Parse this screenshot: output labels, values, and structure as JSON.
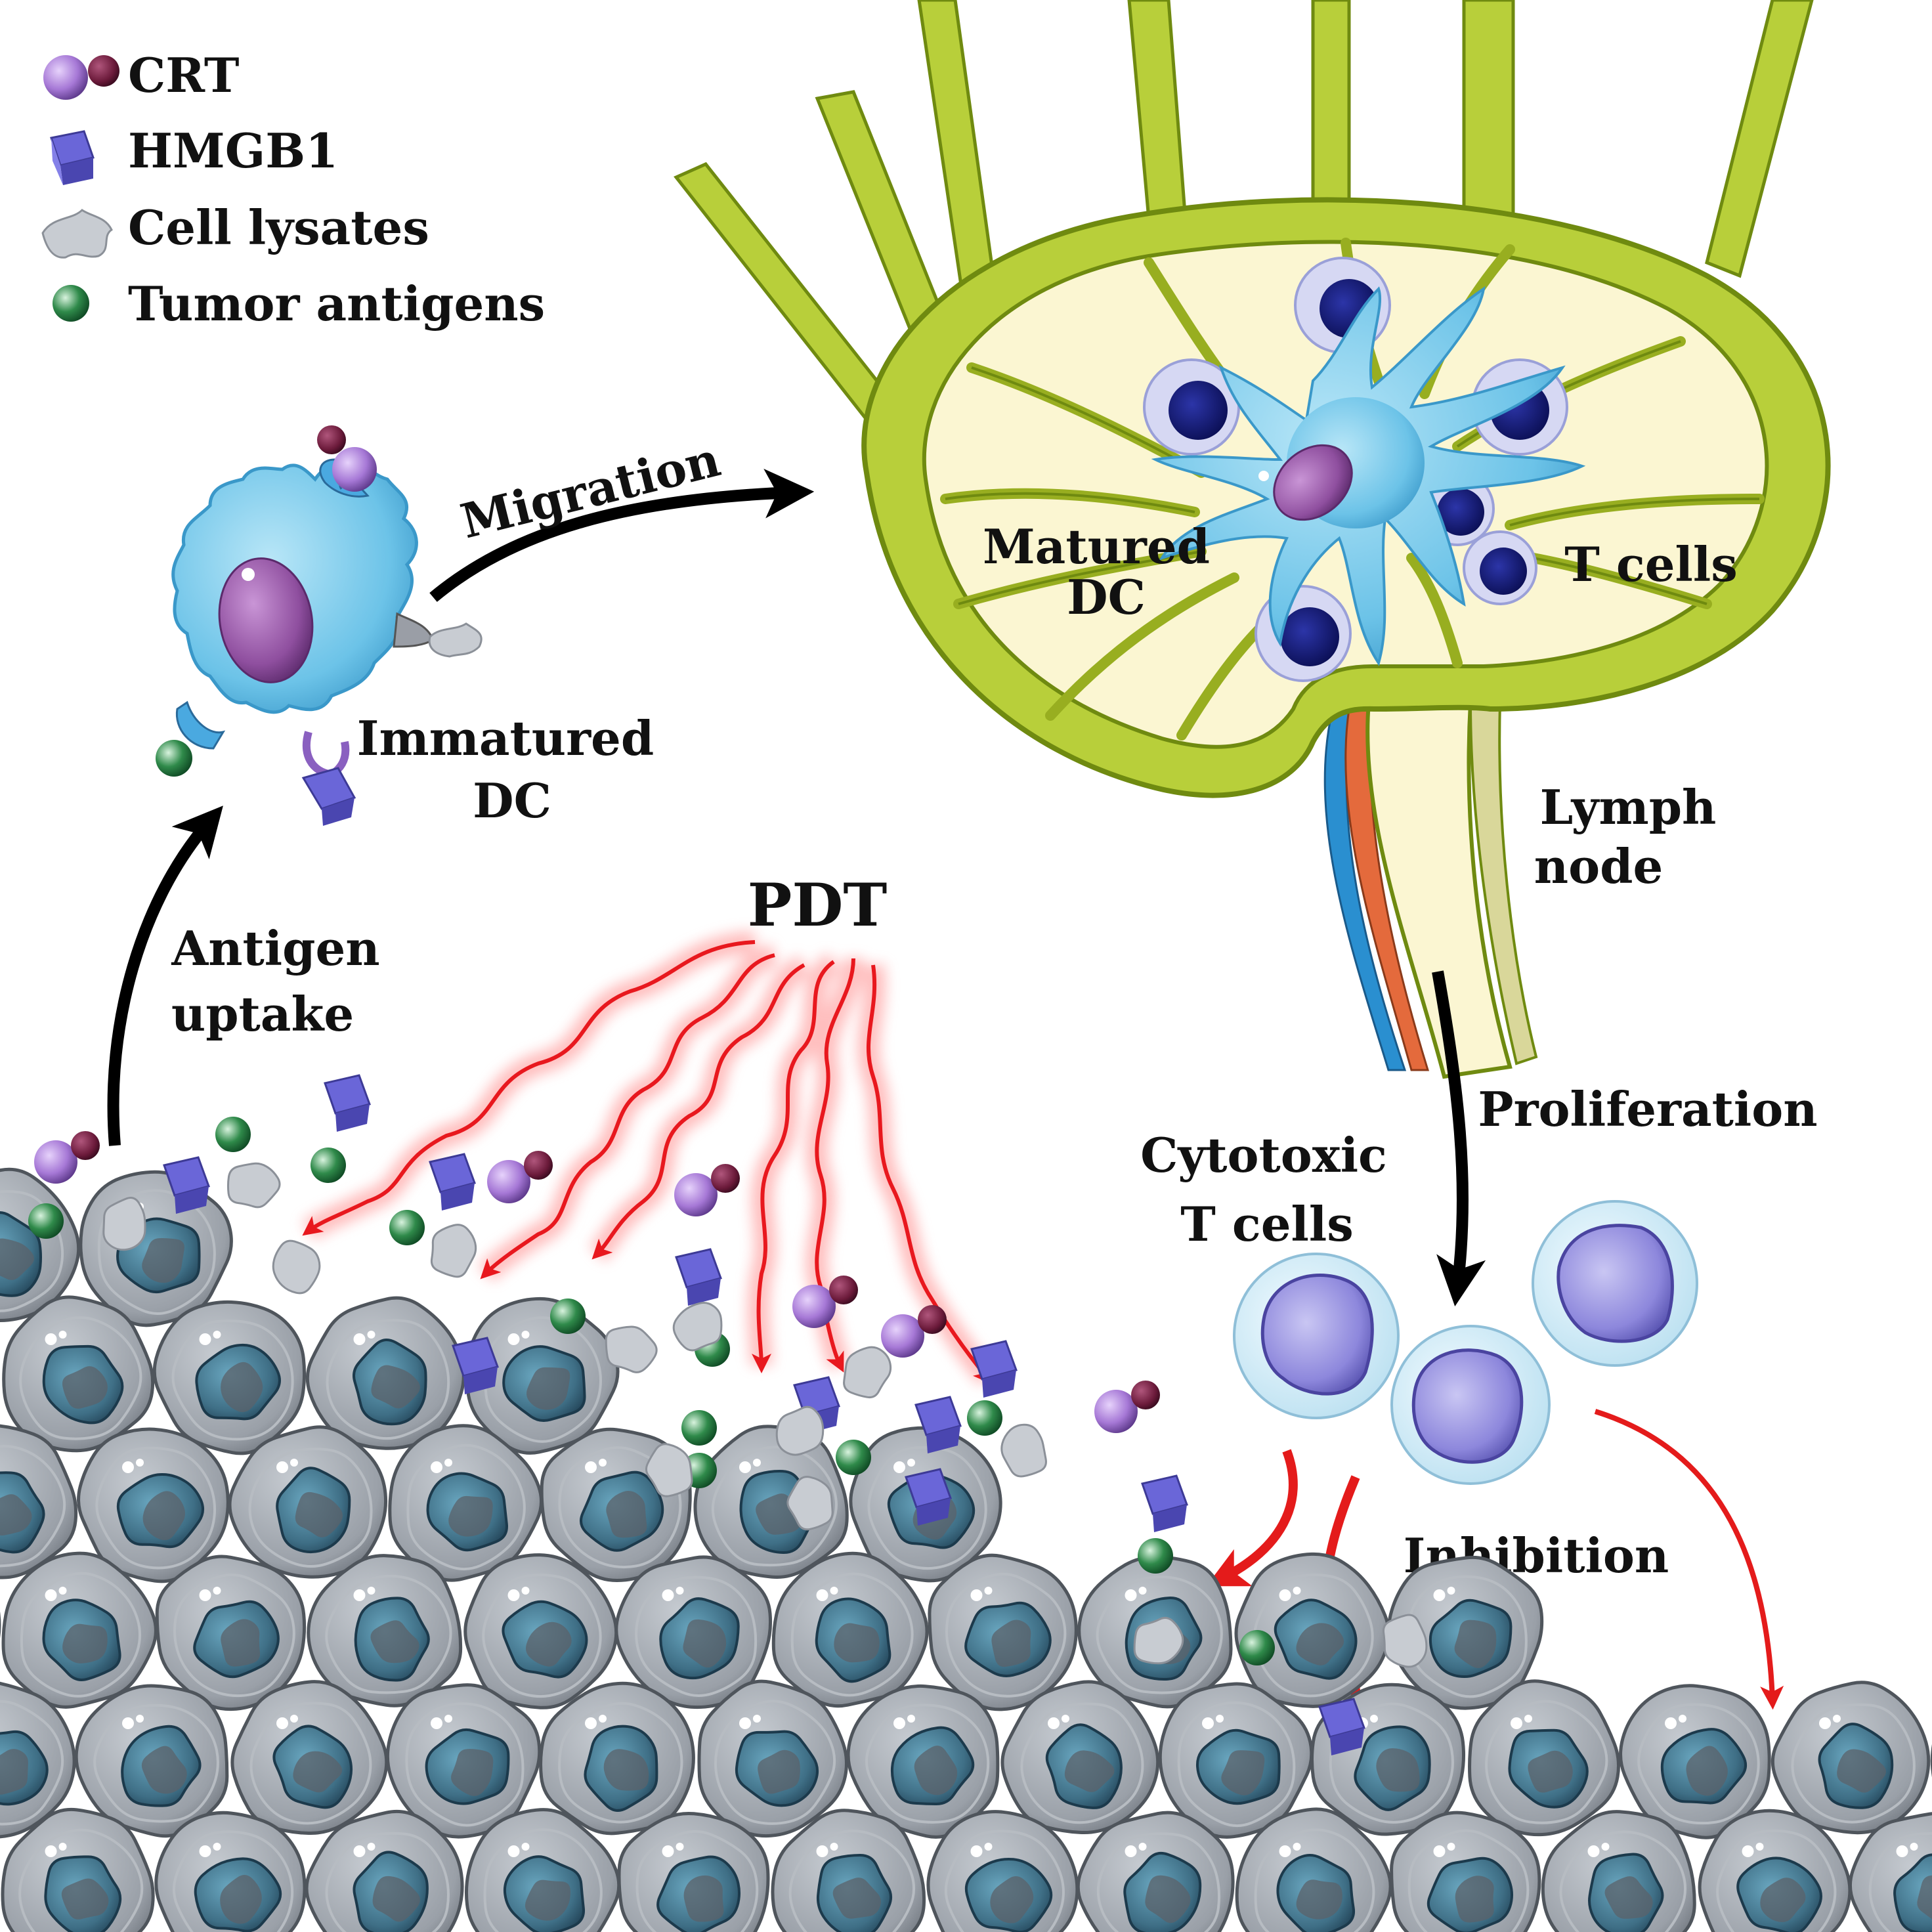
{
  "legend": {
    "items": [
      {
        "label": "CRT",
        "icon": "crt-icon"
      },
      {
        "label": "HMGB1",
        "icon": "hmgb1-cube-icon"
      },
      {
        "label": "Cell lysates",
        "icon": "cell-lysate-icon"
      },
      {
        "label": "Tumor antigens",
        "icon": "tumor-antigen-icon"
      }
    ]
  },
  "labels": {
    "migration": "Migration",
    "matured_dc_1": "Matured",
    "matured_dc_2": "DC",
    "t_cells": "T cells",
    "immatured_dc_1": "Immatured",
    "immatured_dc_2": "DC",
    "lymph_node_1": "Lymph",
    "lymph_node_2": "node",
    "pdt": "PDT",
    "antigen_uptake_1": "Antigen",
    "antigen_uptake_2": "uptake",
    "proliferation": "Proliferation",
    "cytotoxic_1": "Cytotoxic",
    "cytotoxic_2": "T cells",
    "inhibition": "Inhibition"
  },
  "colors": {
    "crt_large": "#a678d6",
    "crt_small": "#6b1a3a",
    "hmgb1": "#6a66d8",
    "lysate": "#c8ccd2",
    "antigen": "#2f8a4a",
    "tumor_cell": "#9aa0a8",
    "tumor_nucleus": "#3f6f86",
    "dc_body": "#6cc3e8",
    "dc_nucleus": "#8f4f9f",
    "lymph_capsule": "#b8cf3a",
    "lymph_inner": "#fbf6d2",
    "t_cell_core": "#131872",
    "ctl_cell": "#8d87dc",
    "pdt_light": "#e8181e",
    "arrow_black": "#000000",
    "arrow_red": "#e41b1b"
  }
}
